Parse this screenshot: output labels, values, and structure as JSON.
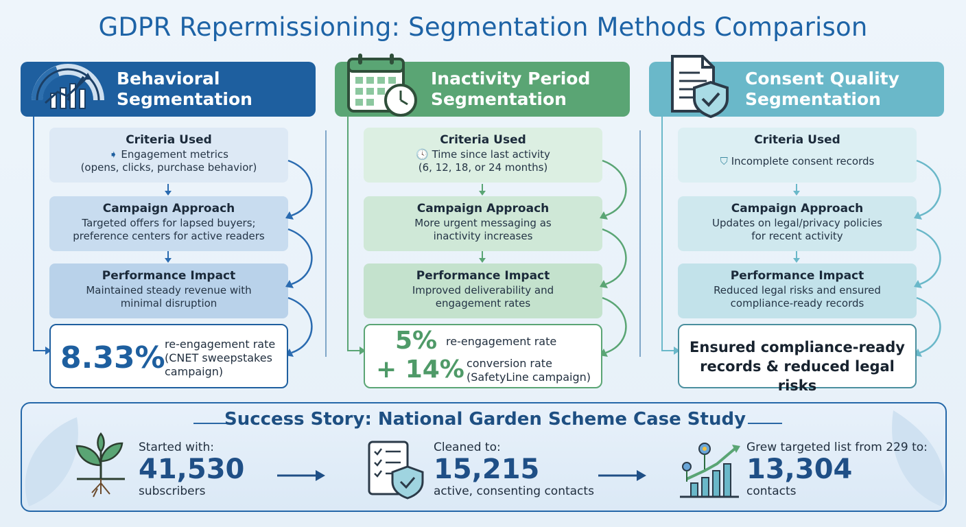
{
  "title": "GDPR Repermissioning: Segmentation Methods Comparison",
  "columns": [
    {
      "header_line1": "Behavioral",
      "header_line2": "Segmentation",
      "criteria_head": "Criteria Used",
      "criteria_line1": "Engagement metrics",
      "criteria_line2": "(opens, clicks, purchase behavior)",
      "approach_head": "Campaign Approach",
      "approach_line1": "Targeted offers for lapsed buyers;",
      "approach_line2": "preference centers for active readers",
      "impact_head": "Performance Impact",
      "impact_line1": "Maintained steady revenue with",
      "impact_line2": "minimal disruption",
      "result_value": "8.33%",
      "result_line1": "re-engagement rate",
      "result_line2": "(CNET sweepstakes",
      "result_line3": "campaign)"
    },
    {
      "header_line1": "Inactivity Period",
      "header_line2": "Segmentation",
      "criteria_head": "Criteria Used",
      "criteria_line1": "Time since last activity",
      "criteria_line2": "(6, 12, 18, or 24 months)",
      "approach_head": "Campaign Approach",
      "approach_line1": "More urgent messaging as",
      "approach_line2": "inactivity increases",
      "impact_head": "Performance Impact",
      "impact_line1": "Improved deliverability and",
      "impact_line2": "engagement rates",
      "result_value1": "5%",
      "result_label1": "re-engagement rate",
      "result_value2": "+ 14%",
      "result_label2a": "conversion rate",
      "result_label2b": "(SafetyLine campaign)"
    },
    {
      "header_line1": "Consent Quality",
      "header_line2": "Segmentation",
      "criteria_head": "Criteria Used",
      "criteria_line1": "Incomplete consent records",
      "approach_head": "Campaign Approach",
      "approach_line1": "Updates on legal/privacy policies",
      "approach_line2": "for recent activity",
      "impact_head": "Performance Impact",
      "impact_line1": "Reduced legal risks and ensured",
      "impact_line2": "compliance-ready records",
      "result_line1": "Ensured compliance-ready",
      "result_line2": "records & reduced legal risks"
    }
  ],
  "story": {
    "title": "Success Story: National Garden Scheme Case Study",
    "stats": [
      {
        "label": "Started with:",
        "value": "41,530",
        "sub": "subscribers"
      },
      {
        "label": "Cleaned to:",
        "value": "15,215",
        "sub": "active, consenting contacts"
      },
      {
        "label": "Grew targeted list from 229 to:",
        "value": "13,304",
        "sub": "contacts"
      }
    ]
  },
  "colors": {
    "blue": "#1e5f9f",
    "green": "#5aa574",
    "teal": "#6ab8c9"
  }
}
